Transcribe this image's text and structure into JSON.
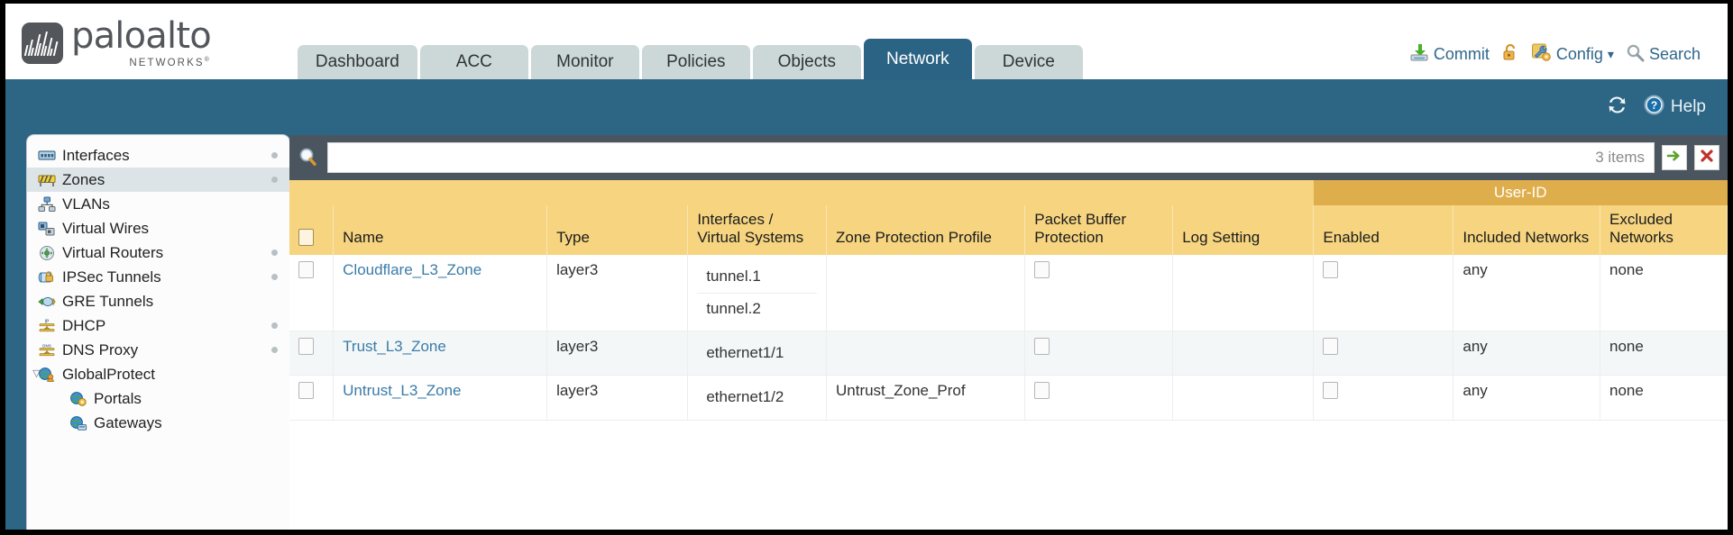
{
  "brand": {
    "name": "paloalto",
    "tagline": "NETWORKS",
    "registered": "®"
  },
  "tabs": [
    {
      "label": "Dashboard",
      "active": false
    },
    {
      "label": "ACC",
      "active": false
    },
    {
      "label": "Monitor",
      "active": false
    },
    {
      "label": "Policies",
      "active": false
    },
    {
      "label": "Objects",
      "active": false
    },
    {
      "label": "Network",
      "active": true
    },
    {
      "label": "Device",
      "active": false
    }
  ],
  "header_actions": [
    {
      "label": "Commit",
      "icon": "commit-download-icon"
    },
    {
      "label": "",
      "icon": "unlocked-padlock-icon"
    },
    {
      "label": "Config",
      "icon": "config-wrench-icon",
      "caret": "▾"
    },
    {
      "label": "Search",
      "icon": "search-magnifier-icon"
    }
  ],
  "banner": {
    "refresh_icon": "refresh-icon",
    "help_label": "Help",
    "help_icon": "help-question-icon"
  },
  "sidebar": {
    "items": [
      {
        "label": "Interfaces",
        "icon": "interfaces-icon",
        "selected": false,
        "dot": true,
        "child": false,
        "expander": ""
      },
      {
        "label": "Zones",
        "icon": "zones-icon",
        "selected": true,
        "dot": true,
        "child": false,
        "expander": ""
      },
      {
        "label": "VLANs",
        "icon": "vlans-icon",
        "selected": false,
        "dot": false,
        "child": false,
        "expander": ""
      },
      {
        "label": "Virtual Wires",
        "icon": "virtual-wires-icon",
        "selected": false,
        "dot": false,
        "child": false,
        "expander": ""
      },
      {
        "label": "Virtual Routers",
        "icon": "virtual-routers-icon",
        "selected": false,
        "dot": true,
        "child": false,
        "expander": ""
      },
      {
        "label": "IPSec Tunnels",
        "icon": "ipsec-tunnels-icon",
        "selected": false,
        "dot": true,
        "child": false,
        "expander": ""
      },
      {
        "label": "GRE Tunnels",
        "icon": "gre-tunnels-icon",
        "selected": false,
        "dot": false,
        "child": false,
        "expander": ""
      },
      {
        "label": "DHCP",
        "icon": "dhcp-icon",
        "selected": false,
        "dot": true,
        "child": false,
        "expander": ""
      },
      {
        "label": "DNS Proxy",
        "icon": "dns-proxy-icon",
        "selected": false,
        "dot": true,
        "child": false,
        "expander": ""
      },
      {
        "label": "GlobalProtect",
        "icon": "globalprotect-icon",
        "selected": false,
        "dot": false,
        "child": false,
        "expander": "▽"
      },
      {
        "label": "Portals",
        "icon": "portals-icon",
        "selected": false,
        "dot": false,
        "child": true,
        "expander": ""
      },
      {
        "label": "Gateways",
        "icon": "gateways-icon",
        "selected": false,
        "dot": false,
        "child": true,
        "expander": ""
      }
    ]
  },
  "search": {
    "value": "",
    "placeholder": "",
    "icon": "search-magnifier-icon",
    "item_count": "3 items",
    "apply_icon": "green-arrow-icon",
    "clear_icon": "red-x-icon"
  },
  "table": {
    "group_header": {
      "label": "User-ID",
      "span": 3
    },
    "columns": [
      "Name",
      "Type",
      "Interfaces / Virtual Systems",
      "Zone Protection Profile",
      "Packet Buffer Protection",
      "Log Setting",
      "Enabled",
      "Included Networks",
      "Excluded Networks"
    ],
    "rows": [
      {
        "name": "Cloudflare_L3_Zone",
        "type": "layer3",
        "interfaces": [
          "tunnel.1",
          "tunnel.2"
        ],
        "zone_protection_profile": "",
        "packet_buffer_protection": false,
        "log_setting": "",
        "userid_enabled": false,
        "included_networks": "any",
        "excluded_networks": "none"
      },
      {
        "name": "Trust_L3_Zone",
        "type": "layer3",
        "interfaces": [
          "ethernet1/1"
        ],
        "zone_protection_profile": "",
        "packet_buffer_protection": false,
        "log_setting": "",
        "userid_enabled": false,
        "included_networks": "any",
        "excluded_networks": "none"
      },
      {
        "name": "Untrust_L3_Zone",
        "type": "layer3",
        "interfaces": [
          "ethernet1/2"
        ],
        "zone_protection_profile": "Untrust_Zone_Prof",
        "packet_buffer_protection": false,
        "log_setting": "",
        "userid_enabled": false,
        "included_networks": "any",
        "excluded_networks": "none"
      }
    ]
  },
  "colors": {
    "brand_gray": "#53565a",
    "tab_active": "#2b6384",
    "tab_inactive": "#ccd7d7",
    "banner_blue": "#2d6585",
    "search_strip": "#4b5560",
    "table_header": "#f6d480",
    "table_group_header": "#dfae4c",
    "link_blue": "#3a7ca8"
  }
}
